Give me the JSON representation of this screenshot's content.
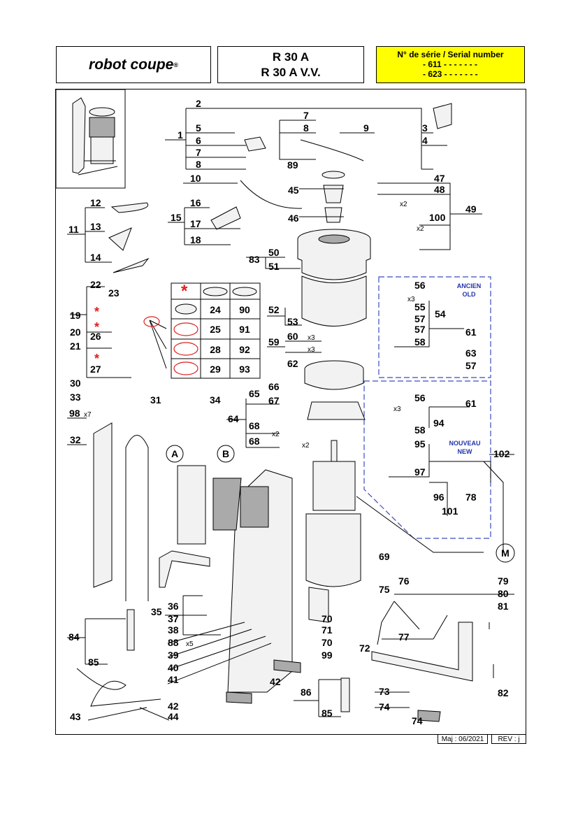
{
  "header": {
    "logo_text": "robot coupe",
    "model_line1": "R 30 A",
    "model_line2": "R 30 A V.V.",
    "serial_label": "N° de série / Serial number",
    "serial_611": "- 611 - - - - -   - -",
    "serial_623": "- 623 - - - - -   - -"
  },
  "footer": {
    "maj": "Maj : 06/2021",
    "rev": "REV : j"
  },
  "groups": {
    "old_label_fr": "ANCIEN",
    "old_label_en": "OLD",
    "new_label_fr": "NOUVEAU",
    "new_label_en": "NEW",
    "letter_a": "A",
    "letter_b": "B",
    "letter_m": "M"
  },
  "disc_table": {
    "star": "*",
    "rows": [
      "24",
      "90",
      "25",
      "91",
      "28",
      "92",
      "29",
      "93"
    ]
  },
  "qty": {
    "x3": "x3",
    "x2": "x2",
    "x5": "x5",
    "x7": "x7"
  },
  "labels": [
    "2",
    "1",
    "3",
    "4",
    "5",
    "6",
    "7",
    "8",
    "7",
    "8",
    "9",
    "89",
    "10",
    "45",
    "46",
    "47",
    "48",
    "49",
    "100",
    "12",
    "13",
    "11",
    "14",
    "15",
    "16",
    "17",
    "18",
    "50",
    "51",
    "83",
    "22",
    "23",
    "19",
    "20",
    "21",
    "26",
    "27",
    "52",
    "53",
    "60",
    "59",
    "54",
    "55",
    "56",
    "57",
    "57",
    "58",
    "61",
    "63",
    "57",
    "62",
    "30",
    "31",
    "33",
    "34",
    "98",
    "32",
    "65",
    "66",
    "67",
    "64",
    "68",
    "68",
    "56",
    "61",
    "58",
    "94",
    "95",
    "97",
    "102",
    "96",
    "78",
    "101",
    "69",
    "36",
    "35",
    "37",
    "38",
    "84",
    "88",
    "39",
    "40",
    "41",
    "42",
    "43",
    "44",
    "85",
    "42",
    "86",
    "85",
    "70",
    "71",
    "70",
    "99",
    "72",
    "75",
    "76",
    "77",
    "79",
    "80",
    "81",
    "73",
    "74",
    "74",
    "82"
  ]
}
